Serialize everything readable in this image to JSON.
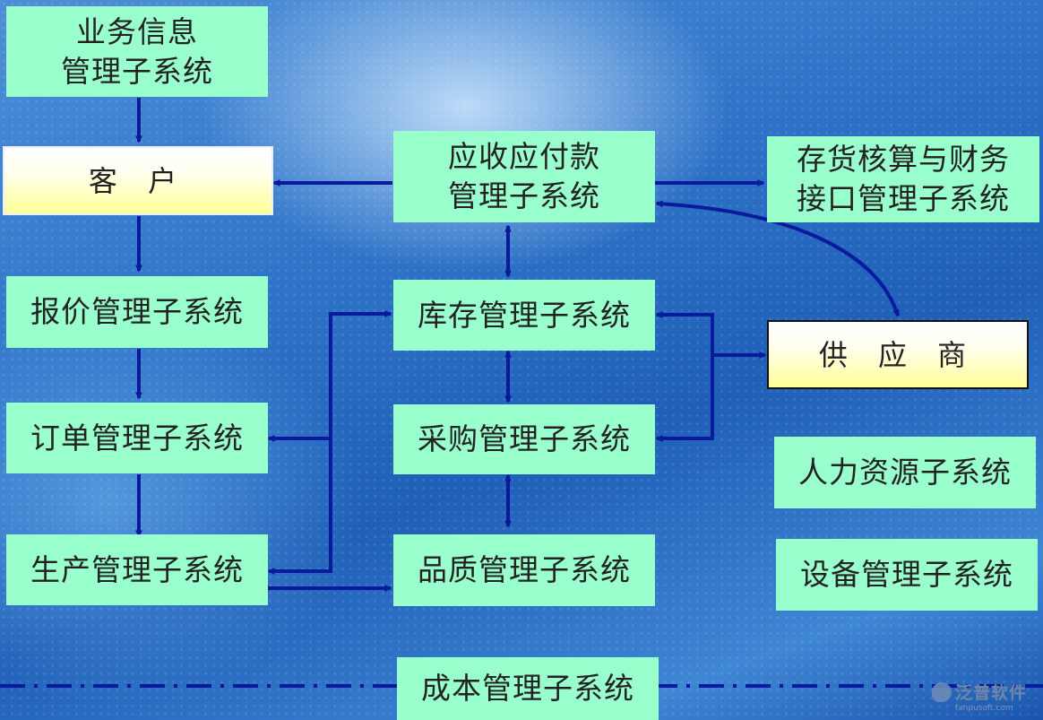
{
  "nodes": {
    "business_info": {
      "line1": "业务信息",
      "line2": "管理子系统"
    },
    "customer": {
      "label": "客 户"
    },
    "ar_ap": {
      "line1": "应收应付款",
      "line2": "管理子系统"
    },
    "inventory_finance": {
      "line1": "存货核算与财务",
      "line2": "接口管理子系统"
    },
    "quotation": {
      "label": "报价管理子系统"
    },
    "warehouse": {
      "label": "库存管理子系统"
    },
    "supplier": {
      "label": "供 应 商"
    },
    "order": {
      "label": "订单管理子系统"
    },
    "purchase": {
      "label": "采购管理子系统"
    },
    "hr": {
      "label": "人力资源子系统"
    },
    "production": {
      "label": "生产管理子系统"
    },
    "quality": {
      "label": "品质管理子系统"
    },
    "equipment": {
      "label": "设备管理子系统"
    },
    "cost": {
      "label": "成本管理子系统"
    }
  },
  "logo": {
    "text": "泛普软件",
    "url": "fanpusoft.com"
  },
  "colors": {
    "box_fill": "#99ffcc",
    "arrow": "#0a1a9c",
    "highlight_box": "#ffff99"
  }
}
